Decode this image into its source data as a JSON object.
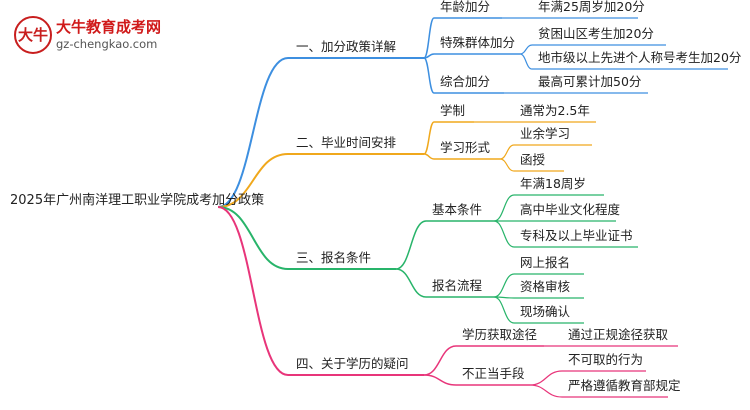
{
  "logo": {
    "mark": "大牛",
    "title": "大牛教育成考网",
    "url": "gz-chengkao.com"
  },
  "root": "2025年广州南洋理工职业学院成考加分政策",
  "branches": [
    {
      "label": "一、加分政策详解",
      "color": "#3d8fe0",
      "children": [
        {
          "label": "年龄加分",
          "children": [
            {
              "label": "年满25周岁加20分"
            }
          ]
        },
        {
          "label": "特殊群体加分",
          "children": [
            {
              "label": "贫困山区考生加20分"
            },
            {
              "label": "地市级以上先进个人称号考生加20分"
            }
          ]
        },
        {
          "label": "综合加分",
          "children": [
            {
              "label": "最高可累计加50分"
            }
          ]
        }
      ]
    },
    {
      "label": "二、毕业时间安排",
      "color": "#f0a81c",
      "children": [
        {
          "label": "学制",
          "children": [
            {
              "label": "通常为2.5年"
            }
          ]
        },
        {
          "label": "学习形式",
          "children": [
            {
              "label": "业余学习"
            },
            {
              "label": "函授"
            }
          ]
        }
      ]
    },
    {
      "label": "三、报名条件",
      "color": "#28b46a",
      "children": [
        {
          "label": "基本条件",
          "children": [
            {
              "label": "年满18周岁"
            },
            {
              "label": "高中毕业文化程度"
            },
            {
              "label": "专科及以上毕业证书"
            }
          ]
        },
        {
          "label": "报名流程",
          "children": [
            {
              "label": "网上报名"
            },
            {
              "label": "资格审核"
            },
            {
              "label": "现场确认"
            }
          ]
        }
      ]
    },
    {
      "label": "四、关于学历的疑问",
      "color": "#e8357a",
      "children": [
        {
          "label": "学历获取途径",
          "children": [
            {
              "label": "通过正规途径获取"
            }
          ]
        },
        {
          "label": "不正当手段",
          "children": [
            {
              "label": "不可取的行为"
            },
            {
              "label": "严格遵循教育部规定"
            }
          ]
        }
      ]
    }
  ]
}
